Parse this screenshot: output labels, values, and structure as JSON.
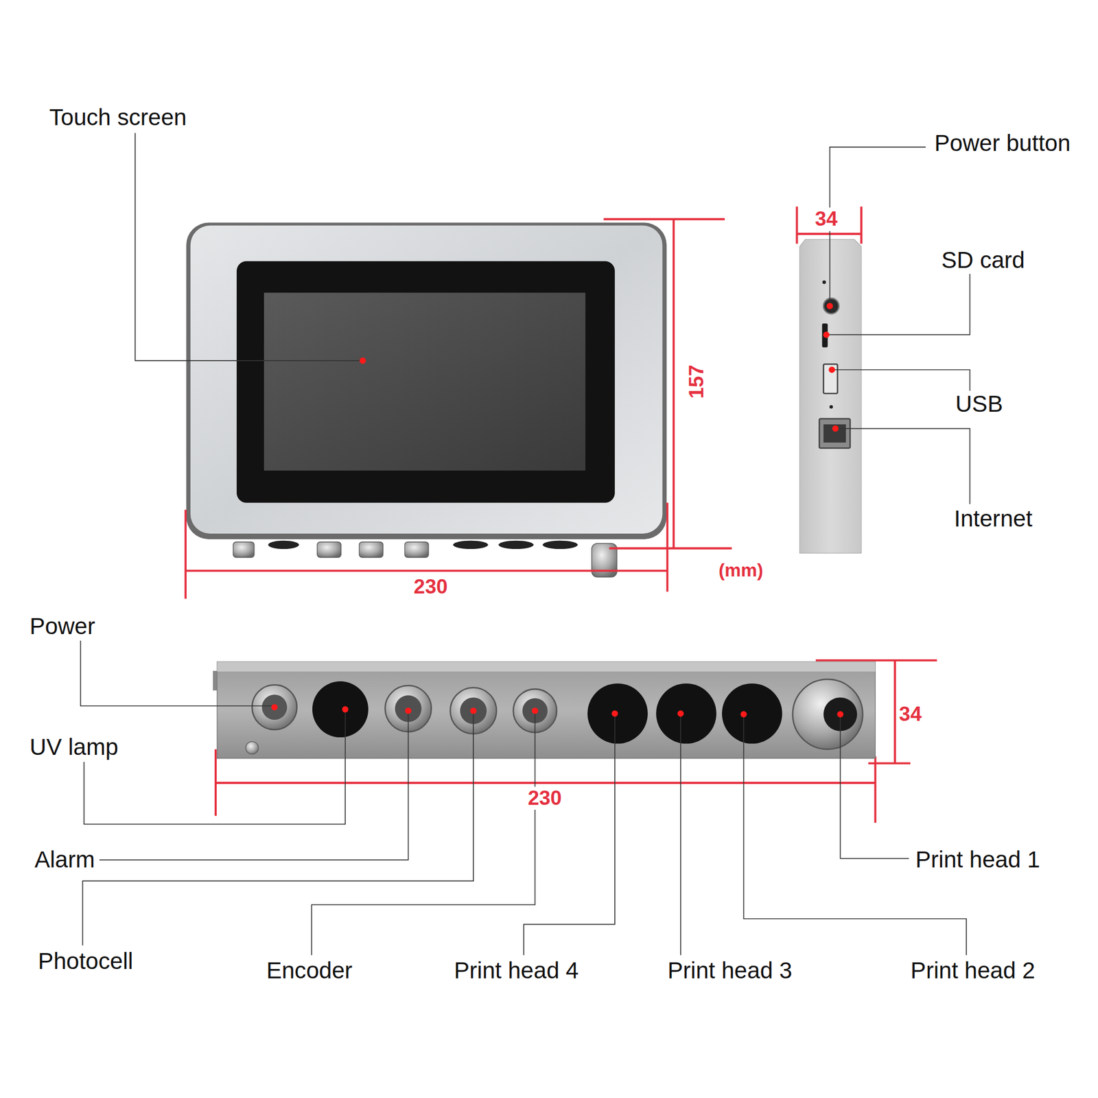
{
  "diagram": {
    "labels": [
      "Touch screen",
      "Power button",
      "34",
      "SD card",
      "157",
      "USB",
      "Internet",
      "230",
      "(mm)",
      "Power",
      "34",
      "UV lamp",
      "230",
      "Alarm",
      "Print head 1",
      "Photocell",
      "Encoder",
      "Print head 4",
      "Print head 3",
      "Print head 2"
    ]
  }
}
